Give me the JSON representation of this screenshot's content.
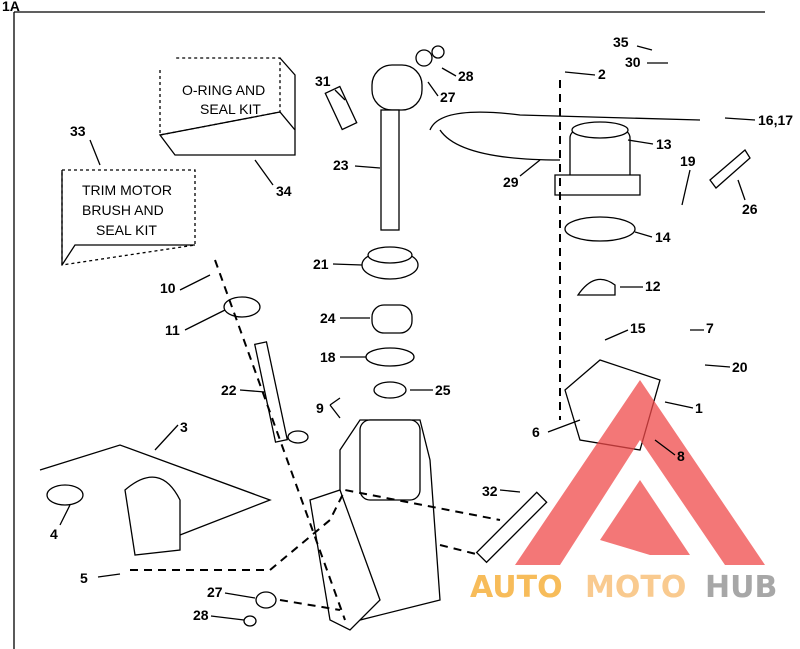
{
  "figure_id": "1A",
  "kits": {
    "oring_seal_kit": "O-RING AND SEAL KIT",
    "oring_seal_kit_lines": [
      "O-RING AND",
      "SEAL KIT"
    ],
    "trim_motor_kit_lines": [
      "TRIM MOTOR",
      "BRUSH AND",
      "SEAL KIT"
    ]
  },
  "callouts": [
    "35",
    "30",
    "2",
    "31",
    "28",
    "27",
    "16,17",
    "13",
    "19",
    "23",
    "29",
    "26",
    "33",
    "34",
    "14",
    "21",
    "10",
    "12",
    "24",
    "11",
    "15",
    "7",
    "18",
    "20",
    "22",
    "25",
    "1",
    "9",
    "3",
    "6",
    "8",
    "32",
    "4",
    "5",
    "27",
    "28"
  ],
  "watermark": {
    "part1": "AUTO",
    "part2": "MOTO",
    "part3": "HUB",
    "colors": {
      "auto": "#f5a623",
      "moto": "#f7b96a",
      "hub": "#8a8a8a",
      "triangle": "#f04a4a"
    }
  }
}
